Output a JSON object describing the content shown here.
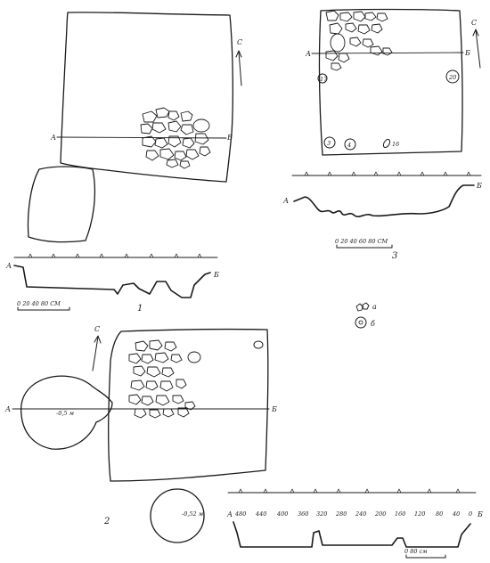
{
  "figure1": {
    "plan_label_a": "А",
    "plan_label_b": "Б",
    "north_label": "С",
    "section_label_a": "А",
    "section_label_b": "Б",
    "scale_text": "0  20  40  80 СМ",
    "figure_number": "1"
  },
  "figure2": {
    "plan_label_a": "А",
    "plan_label_b": "Б",
    "north_label": "С",
    "depth_left": "-0,5 м",
    "depth_bottom": "-0,52 м",
    "section_label_a": "А",
    "section_label_b": "Б",
    "section_ticks": [
      "480",
      "440",
      "400",
      "360",
      "320",
      "280",
      "240",
      "200",
      "160",
      "120",
      "80",
      "40",
      "0"
    ],
    "scale_text": "0    80 см",
    "figure_number": "2"
  },
  "figure3": {
    "plan_label_a": "А",
    "plan_label_b": "Б",
    "north_label": "С",
    "post_labels": [
      "20",
      "3",
      "4",
      "16",
      "17"
    ],
    "section_label_a": "А",
    "section_label_b": "Б",
    "scale_text": "0  20  40  60  80 СМ",
    "figure_number": "3"
  },
  "legend": {
    "item_a": "а",
    "item_b": "б"
  }
}
